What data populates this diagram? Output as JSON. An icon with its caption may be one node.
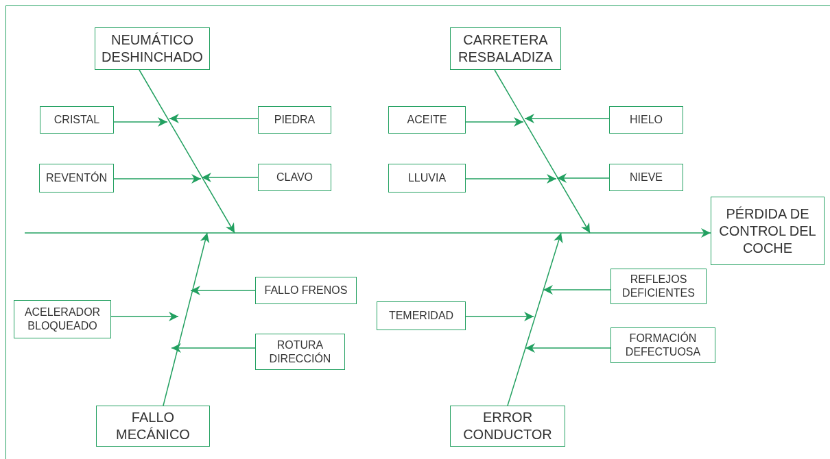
{
  "diagram": {
    "nodes": [
      {
        "text": [
          "NEUMÁTICO DESHINCHADO"
        ]
      },
      {
        "text": [
          "CARRETERA RESBALADIZA"
        ]
      },
      {
        "text": [
          "CRISTAL"
        ]
      },
      {
        "text": [
          "PIEDRA"
        ]
      },
      {
        "text": [
          "ACEITE"
        ]
      },
      {
        "text": [
          "HIELO"
        ]
      },
      {
        "text": [
          "REVENTÓN"
        ]
      },
      {
        "text": [
          "CLAVO"
        ]
      },
      {
        "text": [
          "LLUVIA"
        ]
      },
      {
        "text": [
          "NIEVE"
        ]
      },
      {
        "text": [
          "PÉRDIDA DE CONTROL DEL COCHE"
        ]
      },
      {
        "text": [
          "FALLO FRENOS"
        ]
      },
      {
        "text": [
          "REFLEJOS DEFICIENTES"
        ]
      },
      {
        "text": [
          "ACELERADOR BLOQUEADO"
        ]
      },
      {
        "text": [
          "TEMERIDAD"
        ]
      },
      {
        "text": [
          "ROTURA DIRECCIÓN"
        ]
      },
      {
        "text": [
          "FORMACIÓN DEFECTUOSA"
        ]
      },
      {
        "text": [
          "FALLO MECÁNICO"
        ]
      },
      {
        "text": [
          "ERROR CONDUCTOR"
        ]
      }
    ],
    "edges": [
      {
        "from": null,
        "to": 10,
        "arrow": "to"
      },
      {
        "from": 0,
        "to": null,
        "arrow": "to"
      },
      {
        "from": 1,
        "to": null,
        "arrow": "to"
      },
      {
        "from": 17,
        "to": null,
        "arrow": "to"
      },
      {
        "from": 18,
        "to": null,
        "arrow": "to"
      },
      {
        "from": 2,
        "to": null,
        "arrow": "to"
      },
      {
        "from": 3,
        "to": null,
        "arrow": "to"
      },
      {
        "from": 6,
        "to": null,
        "arrow": "to"
      },
      {
        "from": 7,
        "to": null,
        "arrow": "to"
      },
      {
        "from": 4,
        "to": null,
        "arrow": "to"
      },
      {
        "from": 5,
        "to": null,
        "arrow": "to"
      },
      {
        "from": 8,
        "to": null,
        "arrow": "to"
      },
      {
        "from": 9,
        "to": null,
        "arrow": "to"
      },
      {
        "from": 11,
        "to": null,
        "arrow": "to"
      },
      {
        "from": 13,
        "to": null,
        "arrow": "to"
      },
      {
        "from": 15,
        "to": null,
        "arrow": "to"
      },
      {
        "from": 12,
        "to": null,
        "arrow": "to"
      },
      {
        "from": 14,
        "to": null,
        "arrow": "to"
      },
      {
        "from": 16,
        "to": null,
        "arrow": "to"
      }
    ]
  }
}
